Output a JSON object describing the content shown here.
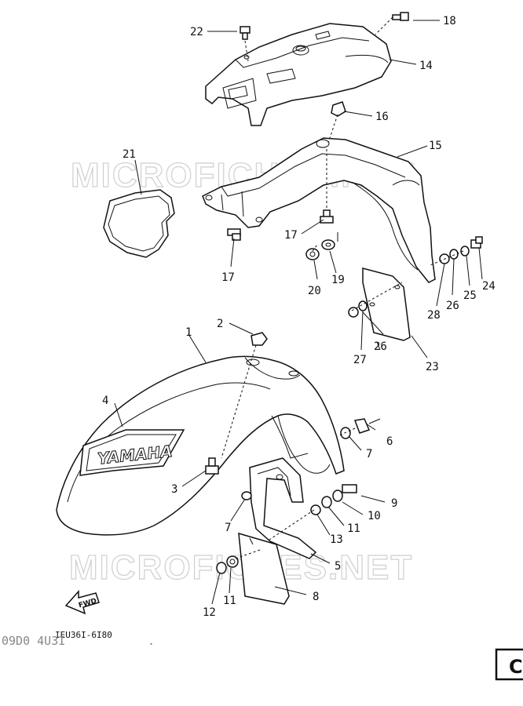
{
  "diagram": {
    "watermark_text": "MICROFICHES.NET",
    "reference_code": "IEU36I-6I80",
    "faint_code": "09D0 4U3I",
    "fender_brand": "YAMAHA",
    "fwd_label": "FWD",
    "corner_box_label": "C",
    "callouts": {
      "c1": "1",
      "c2": "2",
      "c3": "3",
      "c4": "4",
      "c5": "5",
      "c6": "6",
      "c7a": "7",
      "c7b": "7",
      "c8": "8",
      "c9": "9",
      "c10": "10",
      "c11a": "11",
      "c11b": "11",
      "c12": "12",
      "c13": "13",
      "c14": "14",
      "c15": "15",
      "c16": "16",
      "c17a": "17",
      "c17b": "17",
      "c18": "18",
      "c19": "19",
      "c20": "20",
      "c21": "21",
      "c22": "22",
      "c23": "23",
      "c24": "24",
      "c25": "25",
      "c26a": "26",
      "c26b": "26",
      "c27": "27",
      "c28": "28"
    }
  }
}
